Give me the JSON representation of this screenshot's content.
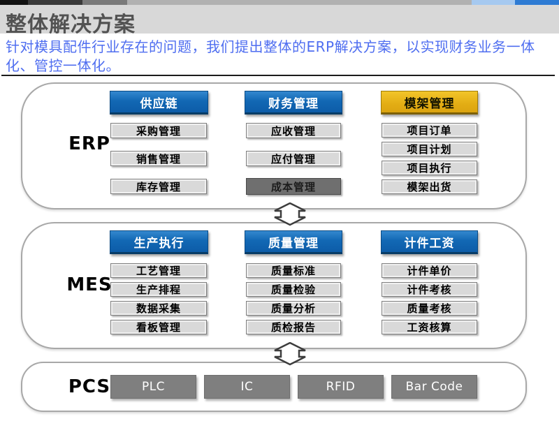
{
  "slide": {
    "title": "整体解决方案",
    "intro": "针对模具配件行业存在的问题，我们提出整体的ERP解决方案，以实现财务业务一体化、管控一体化。"
  },
  "colors": {
    "title_text": "#525252",
    "title_band_bg": "#d8d8d8",
    "intro_text": "#4f6ef0",
    "header_blue_top": "#3488cf",
    "header_blue_bottom": "#0d5ca8",
    "header_gold_top": "#f2c52a",
    "header_gold_bottom": "#dca410",
    "box_gray_bg": "#d9d9d9",
    "box_dark_bg": "#6f6f6f",
    "pcs_box_bg": "#7f7f7f",
    "panel_border": "#a8a8a8",
    "strip_segments": [
      "#121212",
      "#3b3b3b",
      "#7a7a7a",
      "#b1b1b1",
      "#a6c9f0",
      "#2e7bd3"
    ]
  },
  "icons": {
    "arrow_between_erp_mes": "double-vertical-arrow-icon",
    "arrow_between_mes_pcs": "double-vertical-arrow-icon"
  },
  "sections": [
    {
      "label": "ERP",
      "columns": [
        {
          "header": "供应链",
          "items": [
            "采购管理",
            "销售管理",
            "库存管理"
          ]
        },
        {
          "header": "财务管理",
          "items": [
            "应收管理",
            "应付管理",
            "成本管理"
          ]
        },
        {
          "header": "模架管理",
          "items": [
            "项目订单",
            "项目计划",
            "项目执行",
            "模架出货"
          ]
        }
      ]
    },
    {
      "label": "MES",
      "columns": [
        {
          "header": "生产执行",
          "items": [
            "工艺管理",
            "生产排程",
            "数据采集",
            "看板管理"
          ]
        },
        {
          "header": "质量管理",
          "items": [
            "质量标准",
            "质量检验",
            "质量分析",
            "质检报告"
          ]
        },
        {
          "header": "计件工资",
          "items": [
            "计件单价",
            "计件考核",
            "质量考核",
            "工资核算"
          ]
        }
      ]
    },
    {
      "label": "PCS",
      "boxes": [
        "PLC",
        "IC",
        "RFID",
        "Bar Code"
      ]
    }
  ]
}
